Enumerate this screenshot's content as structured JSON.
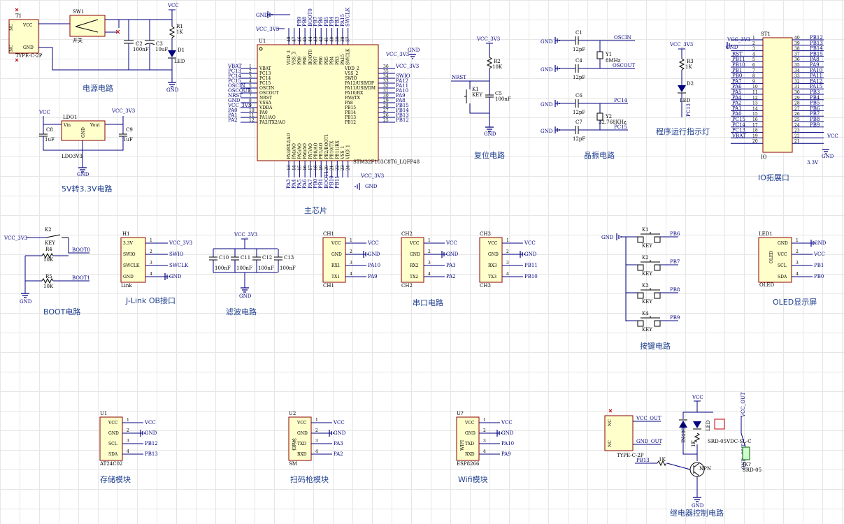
{
  "power": {
    "title": "电源电路",
    "t1": "T1",
    "t1_model": "TYPE-C-2P",
    "nc": "NC",
    "vcc": "VCC",
    "gnd": "GND",
    "sw1": "SW1",
    "sw_label": "开关",
    "c2": "C2",
    "c2_val": "100nF",
    "c3": "C3",
    "c3_val": "10uF",
    "r1": "R1",
    "r1_val": "1K",
    "d1": "D1",
    "d1_val": "LED"
  },
  "ldo": {
    "title": "5V转3.3V电路",
    "ldo": "LDO1",
    "vin": "Vin",
    "vout": "Vout",
    "gnd": "GND",
    "model": "LDO3V3",
    "c8": "C8",
    "c9": "C9",
    "cval": "1uF",
    "vcc_in": "VCC",
    "vcc_out": "VCC_3V3"
  },
  "mcu": {
    "title": "主芯片",
    "u1": "U1",
    "model": "STM32F103C8T6_LQFP48",
    "gnd": "GND",
    "vcc3v3": "VCC_3V3",
    "left_nets": [
      "VBAT",
      "PC13",
      "PC14",
      "PC15",
      "OSCIN",
      "OSCOUT",
      "NRST",
      "GND",
      "VCC_3V3",
      "PA0",
      "PA1",
      "PA2"
    ],
    "left_pins": [
      "VBAT",
      "PC13",
      "PC14",
      "PC15",
      "OSCIN",
      "OSCOUT",
      "NRST",
      "VSSA",
      "VDDA",
      "PA0",
      "PA1/AO",
      "PA2/TX2/AO"
    ],
    "left_nums": [
      "1",
      "2",
      "3",
      "4",
      "5",
      "6",
      "7",
      "8",
      "9",
      "10",
      "11",
      "12"
    ],
    "right_nets": [
      "VCC_3V3",
      "",
      "SWIO",
      "PA12",
      "PA11",
      "PA10",
      "PA9",
      "PA8",
      "PB15",
      "PB14",
      "PB13",
      "PB12"
    ],
    "right_pins": [
      "VDD_2",
      "VSS_2",
      "SWIO",
      "PA12/USB/DP",
      "PA11/USB/DM",
      "PA10/RX",
      "PA9/TX",
      "PA8",
      "PB15",
      "PB14",
      "PB13",
      "PB12"
    ],
    "right_nums": [
      "36",
      "35",
      "34",
      "33",
      "32",
      "31",
      "30",
      "29",
      "28",
      "27",
      "26",
      "25"
    ],
    "top_pins": [
      "VDD_3",
      "VSS_3",
      "PB9",
      "PB8",
      "BOOT0",
      "PB7",
      "PB6",
      "PB5",
      "PB4",
      "PB3",
      "PA15",
      "SWCLK"
    ],
    "top_nums": [
      "48",
      "47",
      "46",
      "45",
      "44",
      "43",
      "42",
      "41",
      "40",
      "39",
      "38",
      "37"
    ],
    "top_nets": [
      "",
      "",
      "PB9",
      "PB8",
      "BOOT0",
      "PB7",
      "PB6",
      "PB5",
      "PB4",
      "PB3",
      "PA15",
      "SWCLK"
    ],
    "bottom_pins": [
      "PA3/RX2/AO",
      "PA4/AO",
      "PA5/AO",
      "PA6/AO",
      "PA7/AO",
      "PB0/AO",
      "PB1/AO",
      "PB2/BOOT1",
      "PB10/TX",
      "PB11/RX",
      "VSS_1",
      "VDD_1"
    ],
    "bottom_nums": [
      "13",
      "14",
      "15",
      "16",
      "17",
      "18",
      "19",
      "20",
      "21",
      "22",
      "23",
      "24"
    ],
    "bottom_nets": [
      "PA3",
      "PA4",
      "PA5",
      "PA6",
      "PA7",
      "PB0",
      "PB1",
      "BOOT1",
      "PB10",
      "PB11",
      "",
      ""
    ]
  },
  "reset": {
    "title": "复位电路",
    "vcc": "VCC_3V3",
    "r2": "R2",
    "r2_val": "10K",
    "nrst": "NRST",
    "k1": "K1",
    "key": "KEY",
    "c5": "C5",
    "c5_val": "100nF",
    "gnd": "GND"
  },
  "crystal": {
    "title": "晶振电路",
    "c1": "C1",
    "c4": "C4",
    "c6": "C6",
    "c7": "C7",
    "cval": "12pF",
    "gnd": "GND",
    "oscin": "OSCIN",
    "oscout": "OSCOUT",
    "pc14": "PC14",
    "pc15": "PC15",
    "y1": "Y1",
    "y1_val": "8MHz",
    "y2": "Y2",
    "y2_val": "32.768KHz"
  },
  "led": {
    "title": "程序运行指示灯",
    "vcc": "VCC_3V3",
    "r3": "R3",
    "r3_val": "1K",
    "d2": "D2",
    "d2_val": "LED",
    "net": "PC13"
  },
  "io": {
    "title": "IO拓展口",
    "st1": "ST1",
    "label": "IO",
    "vcc_top": "VCC_3V3",
    "vcc_right": "VCC",
    "gnd": "GND",
    "v33": "3.3V",
    "left_nets": [
      "",
      "",
      "",
      "RST",
      "PB11",
      "PB10",
      "PB1",
      "PB0",
      "PA7",
      "PA6",
      "PA5",
      "PA4",
      "PA2",
      "PA1",
      "PA0",
      "PC15",
      "PC14",
      "PC13",
      "VBAT",
      ""
    ],
    "left_nums": [
      "1",
      "2",
      "3",
      "4",
      "5",
      "6",
      "7",
      "8",
      "9",
      "10",
      "11",
      "12",
      "13",
      "14",
      "15",
      "16",
      "17",
      "18",
      "19",
      "20"
    ],
    "right_nets": [
      "PB12",
      "PB13",
      "PB14",
      "PB15",
      "PA8",
      "PA9",
      "PA10",
      "PA11",
      "PA12",
      "PA15",
      "PB3",
      "PB4",
      "PB5",
      "PB6",
      "PB7",
      "PB8",
      "PB9",
      "",
      "",
      ""
    ],
    "right_nums": [
      "40",
      "39",
      "38",
      "37",
      "36",
      "35",
      "34",
      "33",
      "32",
      "31",
      "30",
      "29",
      "28",
      "27",
      "26",
      "25",
      "24",
      "23",
      "22",
      "21"
    ]
  },
  "boot": {
    "title": "BOOT电路",
    "vcc": "VCC_3V3",
    "k2": "K2",
    "key": "KEY",
    "r4": "R4",
    "r5": "R5",
    "rval": "10K",
    "boot0": "BOOT0",
    "boot1": "BOOT1",
    "gnd": "GND"
  },
  "jlink": {
    "title": "J-Link OB接口",
    "h1": "H1",
    "pins": [
      "3.3V",
      "SWIO",
      "SWCLK",
      "GND"
    ],
    "nums": [
      "1",
      "2",
      "3",
      "4"
    ],
    "nets": [
      "VCC_3V3",
      "SWIO",
      "SWCLK",
      "GND"
    ],
    "model": "Link"
  },
  "filter": {
    "title": "滤波电路",
    "vcc": "VCC_3V3",
    "caps": [
      "C10",
      "C11",
      "C12",
      "C13"
    ],
    "cval": "100nF",
    "gnd": "GND"
  },
  "serial": {
    "title": "串口电路",
    "channels": [
      {
        "ref": "CH1",
        "pins": [
          "VCC",
          "GND",
          "RX1",
          "TX1"
        ],
        "nets": [
          "VCC",
          "GND",
          "PA10",
          "PA9"
        ]
      },
      {
        "ref": "CH2",
        "pins": [
          "VCC",
          "GND",
          "RX2",
          "TX2"
        ],
        "nets": [
          "VCC",
          "GND",
          "PA3",
          "PA2"
        ]
      },
      {
        "ref": "CH3",
        "pins": [
          "VCC",
          "GND",
          "RX3",
          "TX3"
        ],
        "nets": [
          "VCC",
          "GND",
          "PB11",
          "PB10"
        ]
      }
    ],
    "nums": [
      "1",
      "2",
      "3",
      "4"
    ]
  },
  "keys": {
    "title": "按键电路",
    "gnd": "GND",
    "items": [
      {
        "ref": "K1",
        "net": "PB6"
      },
      {
        "ref": "K2",
        "net": "PB7"
      },
      {
        "ref": "K3",
        "net": "PB8"
      },
      {
        "ref": "K4",
        "net": "PB9"
      }
    ],
    "key": "KEY"
  },
  "oled": {
    "title": "OLED显示屏",
    "ref": "LED1",
    "label": "OLED",
    "pins": [
      "GND",
      "VCC",
      "SCL",
      "SDA"
    ],
    "nets": [
      "GND",
      "VCC",
      "PB1",
      "PB0"
    ],
    "nums": [
      "1",
      "2",
      "3",
      "4"
    ]
  },
  "storage": {
    "title": "存储模块",
    "ref": "U1",
    "model": "AT24C02",
    "pins": [
      "VCC",
      "GND",
      "SCL",
      "SDA"
    ],
    "nets": [
      "VCC",
      "GND",
      "PB12",
      "PB13"
    ],
    "nums": [
      "1",
      "2",
      "3",
      "4"
    ]
  },
  "scanner": {
    "title": "扫码枪模块",
    "ref": "U2",
    "model": "SM",
    "inner": "扫码枪",
    "pins": [
      "VCC",
      "GND",
      "TXD",
      "RXD"
    ],
    "nets": [
      "VCC",
      "GND",
      "PA3",
      "PA2"
    ],
    "nums": [
      "1",
      "2",
      "3",
      "4"
    ]
  },
  "wifi": {
    "title": "Wifi模块",
    "ref": "U?",
    "model": "ESP8266",
    "inner": "WIFI",
    "pins": [
      "VCC",
      "GND",
      "TXD",
      "RXD"
    ],
    "nets": [
      "VCC",
      "GND",
      "PA10",
      "PA9"
    ],
    "nums": [
      "1",
      "2",
      "3",
      "4"
    ]
  },
  "relay": {
    "title": "继电器控制电路",
    "nc": "NC",
    "gnd": "GND",
    "vcc": "VCC",
    "model": "TYPE-C-2P",
    "vcc_out": "VCC_OUT",
    "gnd_out": "GND_OUT",
    "pb": "PB13",
    "r": "1K",
    "npn": "NPN",
    "diode": "IN4007",
    "led": "LED",
    "srd": "SRD-05VDC-SL-C",
    "jk": "JK?",
    "jk_model": "SRD-05",
    "rk": "1K"
  }
}
